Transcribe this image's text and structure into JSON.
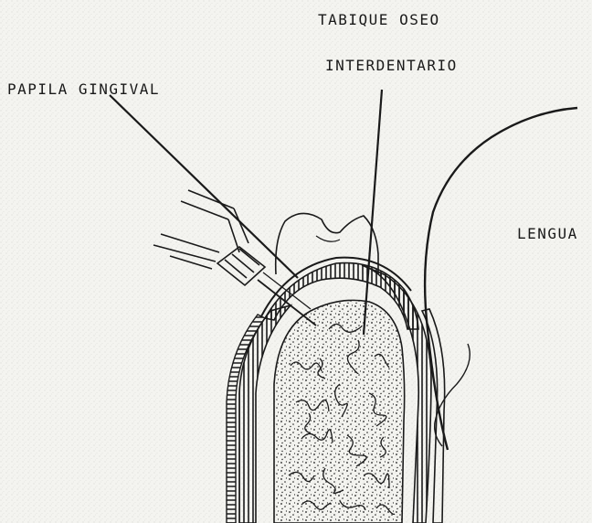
{
  "labels": {
    "papila_gingival": "PAPILA GINGIVAL",
    "tabique_line1": "TABIQUE OSEO",
    "tabique_line2": "INTERDENTARIO",
    "lengua": "LENGUA"
  },
  "colors": {
    "paper": "#f4f4f0",
    "ink": "#1a1a1a"
  },
  "icons": {
    "instrument": "syringe-needle"
  }
}
